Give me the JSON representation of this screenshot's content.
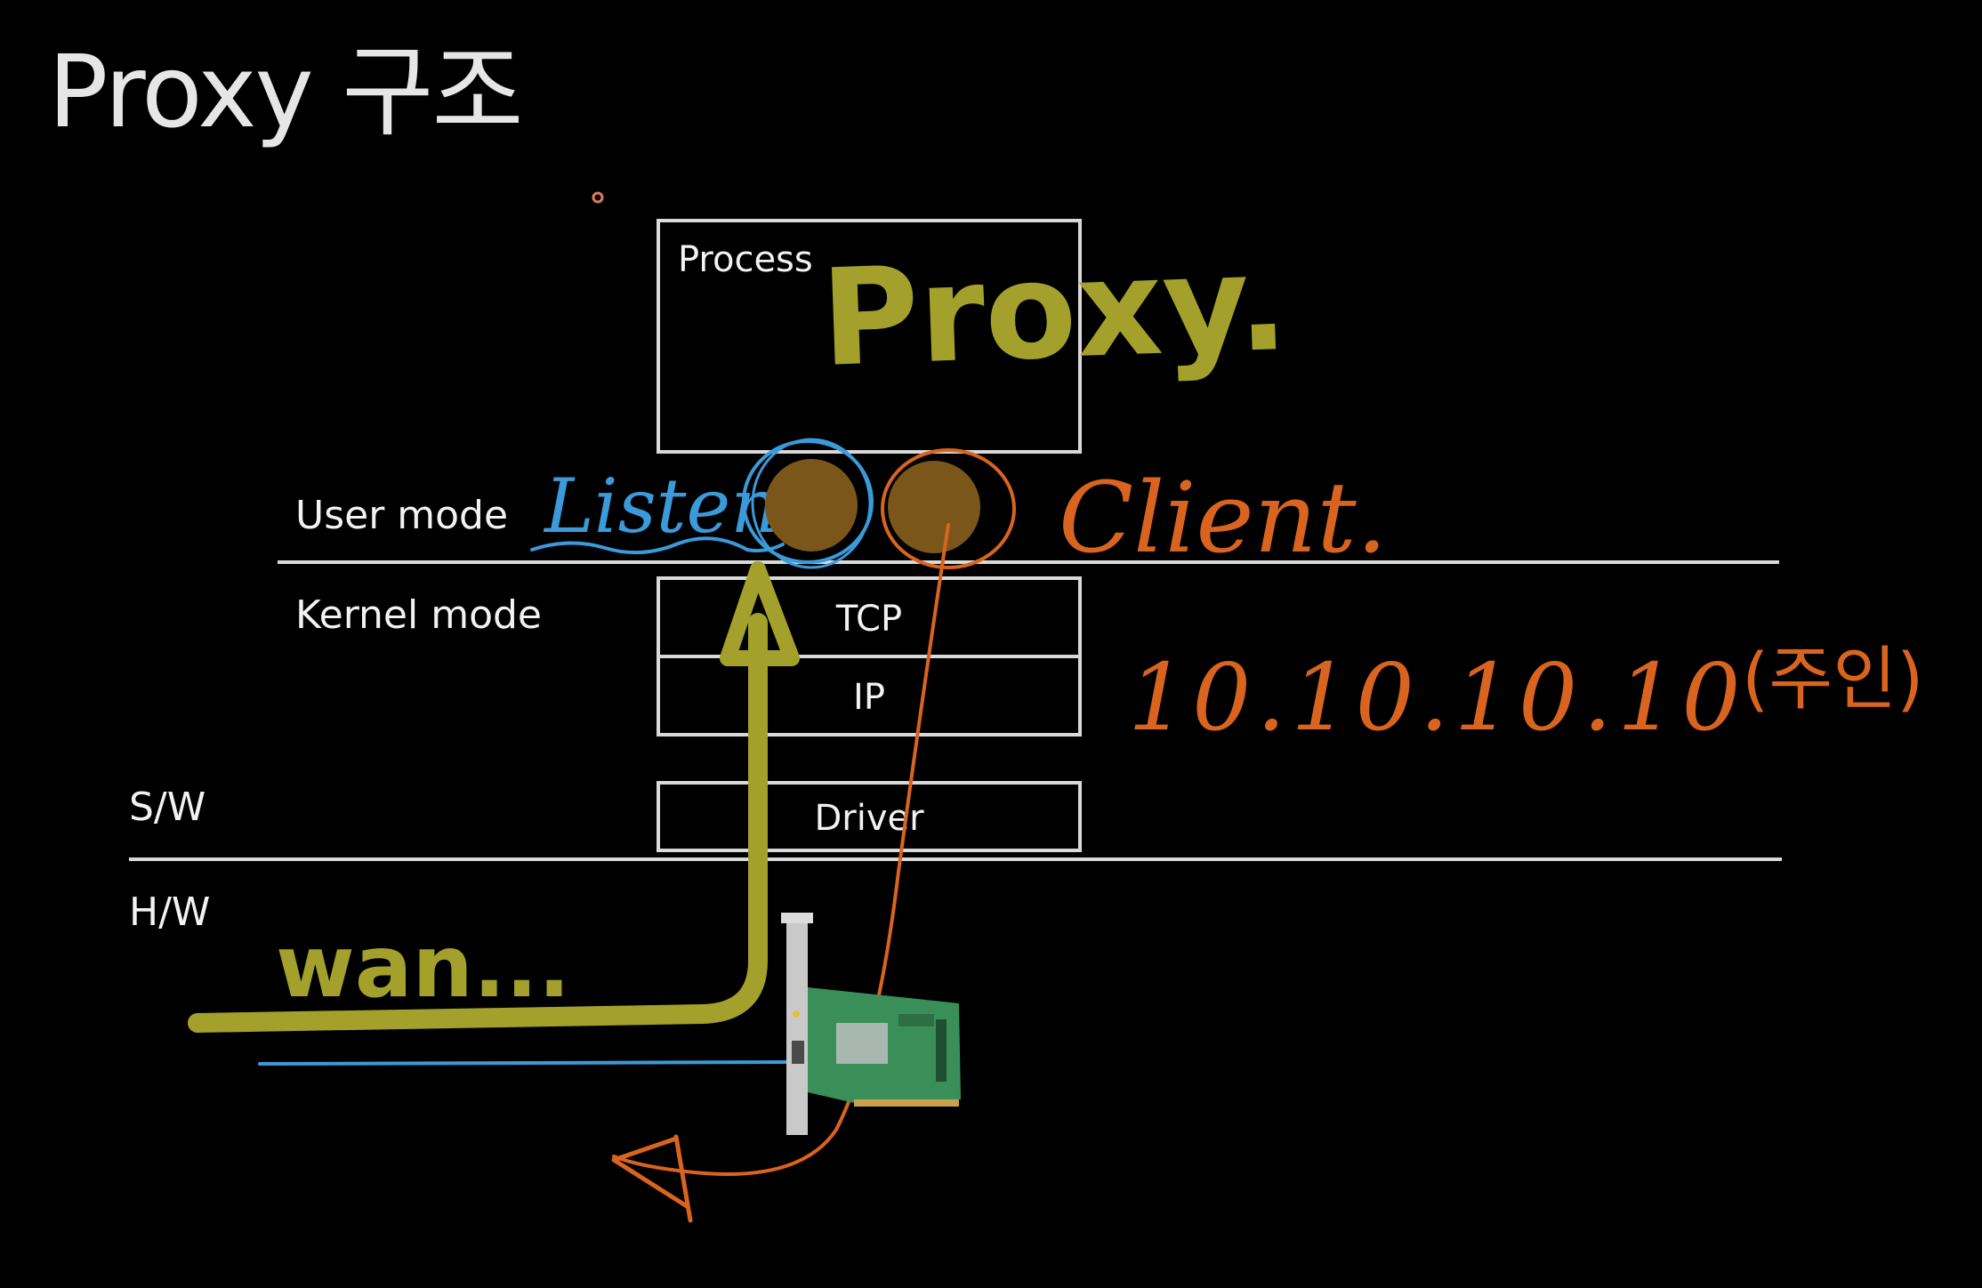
{
  "slide": {
    "title": "Proxy 구조"
  },
  "layers": {
    "user_mode": "User mode",
    "kernel_mode": "Kernel mode",
    "software": "S/W",
    "hardware": "H/W"
  },
  "boxes": {
    "process": "Process",
    "tcp": "TCP",
    "ip": "IP",
    "driver": "Driver"
  },
  "annotations": {
    "proxy": "Proxy.",
    "listen": "Listen",
    "client": "Client.",
    "ip_address": "10.10.10.10",
    "note": "(주인)",
    "wan": "wan..."
  },
  "colors": {
    "background": "#000000",
    "olive_ink": "#a3a12b",
    "blue_ink": "#3b9ad9",
    "orange_ink": "#d9641f",
    "socket_fill": "#7a561a",
    "line": "#d9d9d9"
  },
  "icons": {
    "nic": "network-interface-card-icon"
  }
}
